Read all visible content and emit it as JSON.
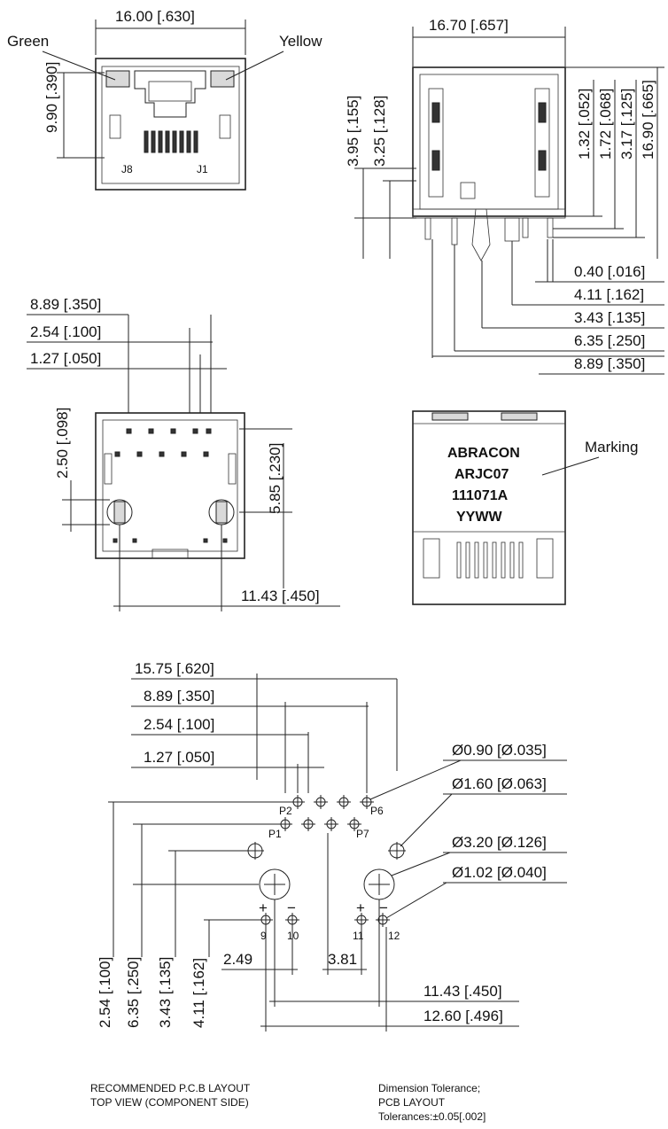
{
  "front_view": {
    "width_dim": "16.00 [.630]",
    "height_dim": "9.90 [.390]",
    "led_left": "Green",
    "led_right": "Yellow",
    "pin_left": "J8",
    "pin_right": "J1"
  },
  "side_view": {
    "width_dim": "16.70 [.657]",
    "left_dims": [
      "3.95 [.155]",
      "3.25 [.128]"
    ],
    "right_dims": [
      "1.32 [.052]",
      "1.72 [.068]",
      "3.17 [.125]",
      "16.90 [.665]"
    ],
    "bottom_dims": [
      "0.40 [.016]",
      "4.11 [.162]",
      "3.43 [.135]",
      "6.35 [.250]",
      "8.89 [.350]"
    ]
  },
  "bottom_view": {
    "top_dims": [
      "8.89 [.350]",
      "2.54 [.100]",
      "1.27 [.050]"
    ],
    "left_dim": "2.50 [.098]",
    "right_dim": "5.85 [.230]",
    "bottom_dim": "11.43 [.450]"
  },
  "marking_view": {
    "lines": [
      "ABRACON",
      "ARJC07",
      "111071A",
      "YYWW"
    ],
    "callout": "Marking"
  },
  "pcb_layout": {
    "top_dims": [
      "15.75 [.620]",
      "8.89 [.350]",
      "2.54 [.100]",
      "1.27 [.050]"
    ],
    "hole_dims": [
      "Ø0.90 [Ø.035]",
      "Ø1.60 [Ø.063]",
      "Ø3.20 [Ø.126]",
      "Ø1.02 [Ø.040]"
    ],
    "left_dims": [
      "2.54 [.100]",
      "6.35 [.250]",
      "3.43 [.135]",
      "4.11 [.162]"
    ],
    "inner_dims": [
      "2.49",
      "3.81"
    ],
    "bottom_dims": [
      "11.43 [.450]",
      "12.60 [.496]"
    ],
    "pin_labels": [
      "P1",
      "P2",
      "P6",
      "P7",
      "9",
      "10",
      "11",
      "12"
    ],
    "polarity": [
      "+",
      "−",
      "+",
      "−"
    ]
  },
  "notes": {
    "layout_title_1": "RECOMMENDED P.C.B LAYOUT",
    "layout_title_2": "TOP VIEW (COMPONENT SIDE)",
    "tolerance_1": "Dimension Tolerance;",
    "tolerance_2": "PCB LAYOUT",
    "tolerance_3": "Tolerances:±0.05[.002]"
  }
}
